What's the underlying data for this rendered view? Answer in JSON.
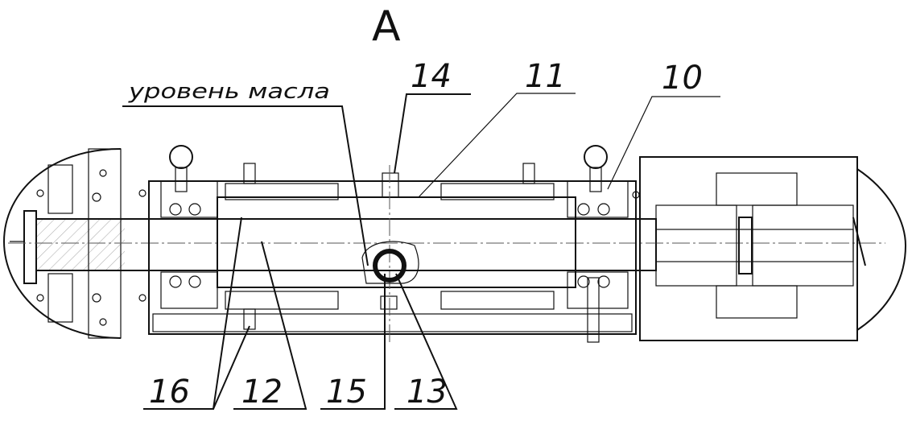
{
  "view_label": "А",
  "oil_level_label": "уровень масла",
  "callouts": {
    "c10": "10",
    "c11": "11",
    "c12": "12",
    "c13": "13",
    "c14": "14",
    "c15": "15",
    "c16": "16"
  }
}
